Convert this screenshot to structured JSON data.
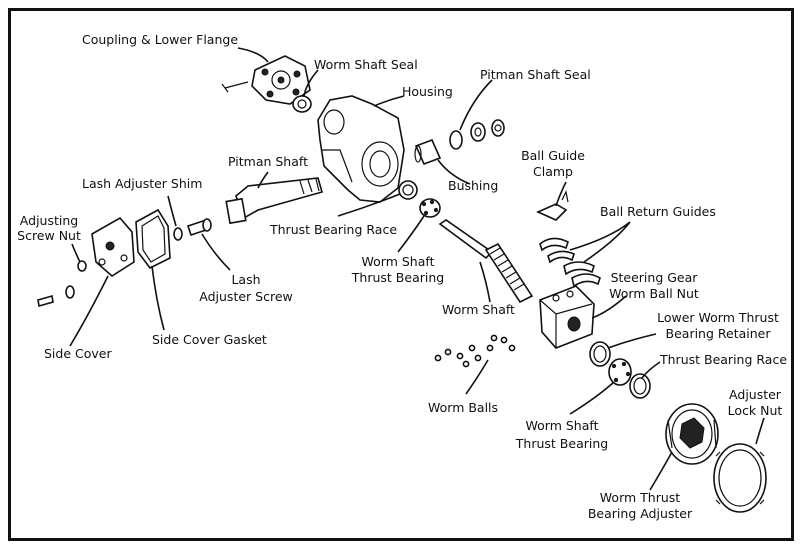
{
  "labels": {
    "coupling": "Coupling & Lower Flange",
    "worm_shaft_seal": "Worm Shaft Seal",
    "pitman_shaft_seal": "Pitman Shaft Seal",
    "housing": "Housing",
    "pitman_shaft": "Pitman Shaft",
    "bushing": "Bushing",
    "ball_guide_clamp_1": "Ball Guide",
    "ball_guide_clamp_2": "Clamp",
    "lash_adjuster_shim": "Lash Adjuster Shim",
    "ball_return_guides": "Ball Return Guides",
    "adjusting_screw_nut_1": "Adjusting",
    "adjusting_screw_nut_2": "Screw Nut",
    "thrust_bearing_race_upper": "Thrust Bearing Race",
    "worm_shaft_thrust_bearing_upper_1": "Worm Shaft",
    "worm_shaft_thrust_bearing_upper_2": "Thrust Bearing",
    "lash_adjuster_screw_1": "Lash",
    "lash_adjuster_screw_2": "Adjuster Screw",
    "steering_gear_worm_ball_nut_1": "Steering Gear",
    "steering_gear_worm_ball_nut_2": "Worm Ball Nut",
    "worm_shaft": "Worm Shaft",
    "lower_worm_thrust_1": "Lower Worm Thrust",
    "lower_worm_thrust_2": "Bearing Retainer",
    "side_cover_gasket": "Side Cover Gasket",
    "side_cover": "Side Cover",
    "thrust_bearing_race_lower": "Thrust Bearing Race",
    "worm_balls": "Worm Balls",
    "worm_shaft_thrust_bearing_lower_1": "Worm Shaft",
    "worm_shaft_thrust_bearing_lower_2": "Thrust Bearing",
    "adjuster_lock_nut_1": "Adjuster",
    "adjuster_lock_nut_2": "Lock Nut",
    "worm_thrust_bearing_adjuster_1": "Worm Thrust",
    "worm_thrust_bearing_adjuster_2": "Bearing Adjuster"
  }
}
